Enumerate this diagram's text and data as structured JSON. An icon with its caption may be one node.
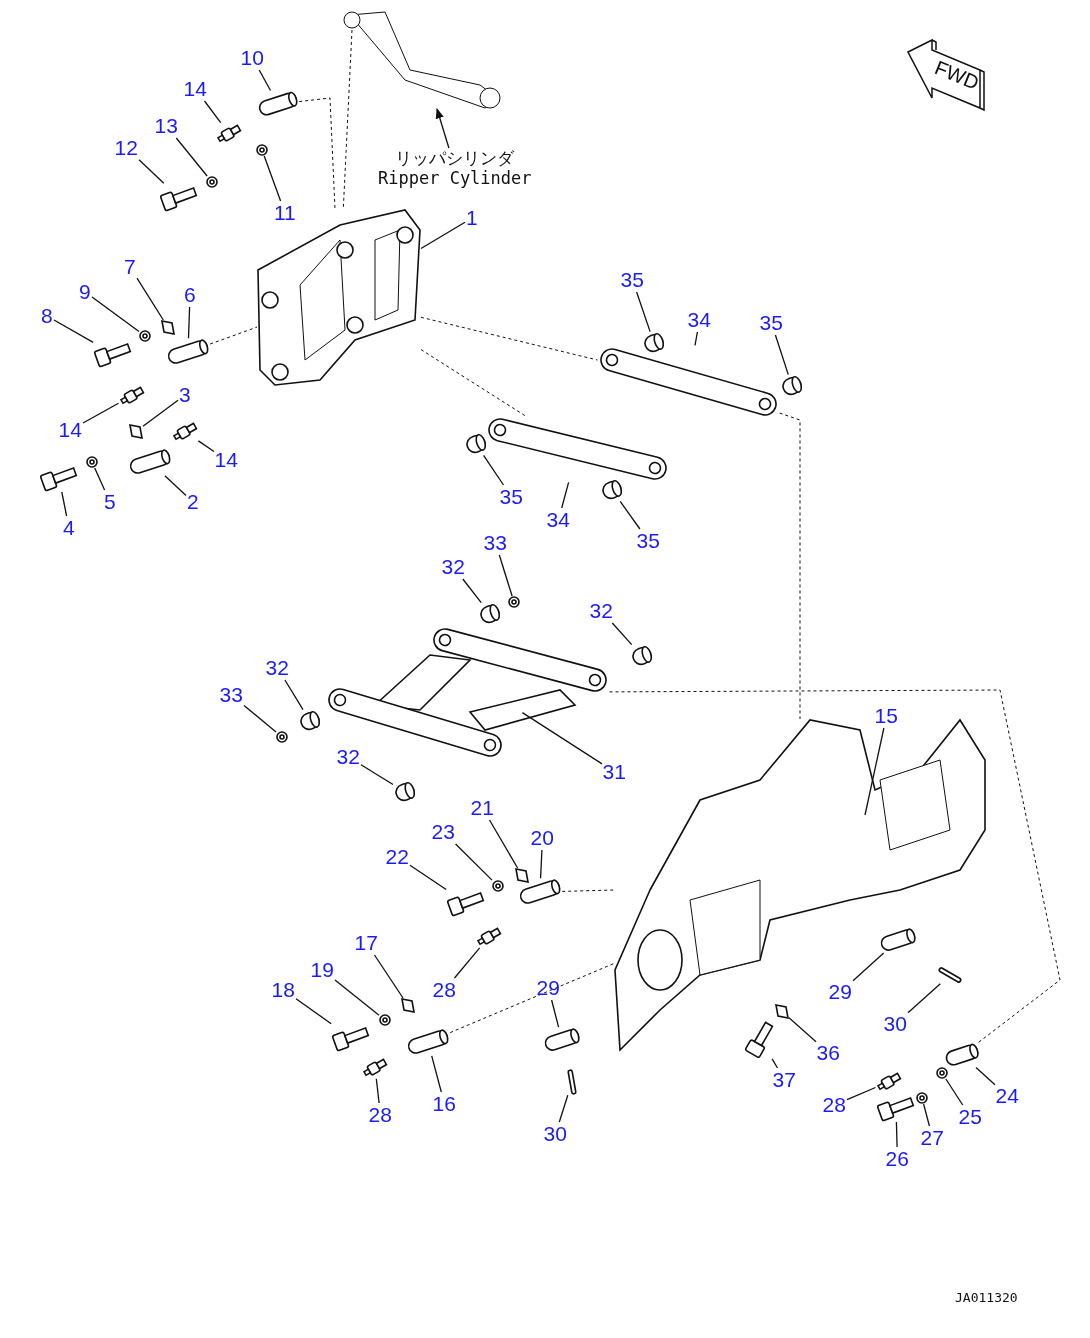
{
  "diagram": {
    "nodes": [
      {
        "text": [
          "10"
        ]
      },
      {
        "text": [
          "14"
        ]
      },
      {
        "text": [
          "13"
        ]
      },
      {
        "text": [
          "12"
        ]
      },
      {
        "text": [
          "リッパシリンダ",
          "Ripper Cylinder"
        ]
      },
      {
        "text": [
          "11"
        ]
      },
      {
        "text": [
          "1"
        ]
      },
      {
        "text": [
          "7"
        ]
      },
      {
        "text": [
          "9"
        ]
      },
      {
        "text": [
          "6"
        ]
      },
      {
        "text": [
          "8"
        ]
      },
      {
        "text": [
          "3"
        ]
      },
      {
        "text": [
          "14"
        ]
      },
      {
        "text": [
          "14"
        ]
      },
      {
        "text": [
          "5"
        ]
      },
      {
        "text": [
          "2"
        ]
      },
      {
        "text": [
          "4"
        ]
      },
      {
        "text": [
          "35"
        ]
      },
      {
        "text": [
          "34"
        ]
      },
      {
        "text": [
          "35"
        ]
      },
      {
        "text": [
          "35"
        ]
      },
      {
        "text": [
          "34"
        ]
      },
      {
        "text": [
          "35"
        ]
      },
      {
        "text": [
          "33"
        ]
      },
      {
        "text": [
          "32"
        ]
      },
      {
        "text": [
          "32"
        ]
      },
      {
        "text": [
          "32"
        ]
      },
      {
        "text": [
          "33"
        ]
      },
      {
        "text": [
          "31"
        ]
      },
      {
        "text": [
          "32"
        ]
      },
      {
        "text": [
          "15"
        ]
      },
      {
        "text": [
          "21"
        ]
      },
      {
        "text": [
          "23"
        ]
      },
      {
        "text": [
          "20"
        ]
      },
      {
        "text": [
          "22"
        ]
      },
      {
        "text": [
          "17"
        ]
      },
      {
        "text": [
          "19"
        ]
      },
      {
        "text": [
          "18"
        ]
      },
      {
        "text": [
          "28"
        ]
      },
      {
        "text": [
          "29"
        ]
      },
      {
        "text": [
          "29"
        ]
      },
      {
        "text": [
          "30"
        ]
      },
      {
        "text": [
          "36"
        ]
      },
      {
        "text": [
          "37"
        ]
      },
      {
        "text": [
          "16"
        ]
      },
      {
        "text": [
          "28"
        ]
      },
      {
        "text": [
          "30"
        ]
      },
      {
        "text": [
          "24"
        ]
      },
      {
        "text": [
          "28"
        ]
      },
      {
        "text": [
          "25"
        ]
      },
      {
        "text": [
          "27"
        ]
      },
      {
        "text": [
          "26"
        ]
      },
      {
        "text": [],
        "shape": "cylinder"
      },
      {
        "text": [],
        "shape": "box"
      },
      {
        "text": [],
        "shape": "circle"
      },
      {
        "text": [],
        "shape": "picture"
      },
      {
        "text": [],
        "shape": "picture"
      },
      {
        "text": [],
        "shape": "circle"
      },
      {
        "text": [],
        "shape": "picture"
      },
      {
        "text": [],
        "shape": "box"
      },
      {
        "text": [],
        "shape": "circle"
      },
      {
        "text": [],
        "shape": "cylinder"
      },
      {
        "text": [],
        "shape": "picture"
      },
      {
        "text": [],
        "shape": "box"
      },
      {
        "text": [],
        "shape": "box"
      },
      {
        "text": [],
        "shape": "box"
      },
      {
        "text": [],
        "shape": "circle"
      },
      {
        "text": [],
        "shape": "cylinder"
      },
      {
        "text": [],
        "shape": "picture"
      },
      {
        "text": [],
        "shape": "cylinder"
      },
      {
        "text": [],
        "shape": "picture"
      },
      {
        "text": [],
        "shape": "cylinder"
      },
      {
        "text": [],
        "shape": "cylinder"
      },
      {
        "text": [],
        "shape": "picture"
      },
      {
        "text": [],
        "shape": "cylinder"
      },
      {
        "text": [],
        "shape": "circle"
      },
      {
        "text": [],
        "shape": "cylinder"
      },
      {
        "text": [],
        "shape": "cylinder"
      },
      {
        "text": [],
        "shape": "cylinder"
      },
      {
        "text": [],
        "shape": "circle"
      },
      {
        "text": [],
        "shape": "picture"
      },
      {
        "text": [],
        "shape": "cylinder"
      },
      {
        "text": [],
        "shape": "picture"
      },
      {
        "text": [],
        "shape": "box"
      },
      {
        "text": [],
        "shape": "circle"
      },
      {
        "text": [],
        "shape": "cylinder"
      },
      {
        "text": [],
        "shape": "picture"
      },
      {
        "text": [],
        "shape": "box"
      },
      {
        "text": [],
        "shape": "circle"
      },
      {
        "text": [],
        "shape": "picture"
      },
      {
        "text": [],
        "shape": "box"
      },
      {
        "text": [],
        "shape": "cylinder"
      },
      {
        "text": [],
        "shape": "cylinder"
      },
      {
        "text": [],
        "shape": "bar"
      },
      {
        "text": [],
        "shape": "box"
      },
      {
        "text": [],
        "shape": "picture"
      },
      {
        "text": [],
        "shape": "cylinder"
      },
      {
        "text": [],
        "shape": "box"
      },
      {
        "text": [],
        "shape": "bar"
      },
      {
        "text": [],
        "shape": "cylinder"
      },
      {
        "text": [],
        "shape": "box"
      },
      {
        "text": [],
        "shape": "circle"
      },
      {
        "text": [],
        "shape": "circle"
      },
      {
        "text": [],
        "shape": "picture"
      }
    ],
    "edges": [
      {
        "from": 0,
        "to": 52,
        "arrow": "none"
      },
      {
        "from": 1,
        "to": 53,
        "arrow": "none"
      },
      {
        "from": 2,
        "to": 54,
        "arrow": "none"
      },
      {
        "from": 3,
        "to": 55,
        "arrow": "none"
      },
      {
        "from": 4,
        "to": 56,
        "arrow": "to"
      },
      {
        "from": 5,
        "to": 57,
        "arrow": "none"
      },
      {
        "from": 6,
        "to": 58,
        "arrow": "none"
      },
      {
        "from": 7,
        "to": 59,
        "arrow": "none"
      },
      {
        "from": 8,
        "to": 60,
        "arrow": "none"
      },
      {
        "from": 9,
        "to": 61,
        "arrow": "none"
      },
      {
        "from": 10,
        "to": 62,
        "arrow": "none"
      },
      {
        "from": 11,
        "to": 63,
        "arrow": "none"
      },
      {
        "from": 12,
        "to": 64,
        "arrow": "none"
      },
      {
        "from": 13,
        "to": 65,
        "arrow": "none"
      },
      {
        "from": 14,
        "to": 66,
        "arrow": "none"
      },
      {
        "from": 15,
        "to": 67,
        "arrow": "none"
      },
      {
        "from": 16,
        "to": 68,
        "arrow": "none"
      },
      {
        "from": 17,
        "to": 69,
        "arrow": "none"
      },
      {
        "from": 18,
        "to": 70,
        "arrow": "none"
      },
      {
        "from": 19,
        "to": 71,
        "arrow": "none"
      },
      {
        "from": 20,
        "to": 72,
        "arrow": "none"
      },
      {
        "from": 21,
        "to": 73,
        "arrow": "none"
      },
      {
        "from": 22,
        "to": 74,
        "arrow": "none"
      },
      {
        "from": 23,
        "to": 75,
        "arrow": "none"
      },
      {
        "from": 24,
        "to": 76,
        "arrow": "none"
      },
      {
        "from": 25,
        "to": 77,
        "arrow": "none"
      },
      {
        "from": 26,
        "to": 78,
        "arrow": "none"
      },
      {
        "from": 27,
        "to": 79,
        "arrow": "none"
      },
      {
        "from": 28,
        "to": 80,
        "arrow": "none"
      },
      {
        "from": 29,
        "to": 81,
        "arrow": "none"
      },
      {
        "from": 30,
        "to": 82,
        "arrow": "none"
      },
      {
        "from": 31,
        "to": 83,
        "arrow": "none"
      },
      {
        "from": 32,
        "to": 84,
        "arrow": "none"
      },
      {
        "from": 33,
        "to": 85,
        "arrow": "none"
      },
      {
        "from": 34,
        "to": 86,
        "arrow": "none"
      },
      {
        "from": 35,
        "to": 87,
        "arrow": "none"
      },
      {
        "from": 36,
        "to": 88,
        "arrow": "none"
      },
      {
        "from": 37,
        "to": 89,
        "arrow": "none"
      },
      {
        "from": 38,
        "to": 90,
        "arrow": "none"
      },
      {
        "from": 39,
        "to": 91,
        "arrow": "none"
      },
      {
        "from": 40,
        "to": 92,
        "arrow": "none"
      },
      {
        "from": 41,
        "to": 93,
        "arrow": "none"
      },
      {
        "from": 42,
        "to": 94,
        "arrow": "none"
      },
      {
        "from": 43,
        "to": 95,
        "arrow": "none"
      },
      {
        "from": 44,
        "to": 96,
        "arrow": "none"
      },
      {
        "from": 45,
        "to": 97,
        "arrow": "none"
      },
      {
        "from": 46,
        "to": 98,
        "arrow": "none"
      },
      {
        "from": 47,
        "to": 99,
        "arrow": "none"
      },
      {
        "from": 48,
        "to": 100,
        "arrow": "none"
      },
      {
        "from": 49,
        "to": 101,
        "arrow": "none"
      },
      {
        "from": 50,
        "to": 102,
        "arrow": "none"
      },
      {
        "from": 51,
        "to": 103,
        "arrow": "none"
      },
      {
        "from": 52,
        "to": 58,
        "arrow": "none",
        "style": "dashed"
      },
      {
        "from": 56,
        "to": 58,
        "arrow": "none",
        "style": "dashed"
      },
      {
        "from": 58,
        "to": 70,
        "arrow": "none",
        "style": "dashed"
      },
      {
        "from": 58,
        "to": 73,
        "arrow": "none",
        "style": "dashed"
      },
      {
        "from": 61,
        "to": 58,
        "arrow": "none",
        "style": "dashed"
      },
      {
        "from": 70,
        "to": 82,
        "arrow": "none",
        "style": "dashed"
      },
      {
        "from": 80,
        "to": 99,
        "arrow": "none",
        "style": "dashed"
      },
      {
        "from": 96,
        "to": 82,
        "arrow": "none",
        "style": "dashed"
      },
      {
        "from": 85,
        "to": 82,
        "arrow": "none",
        "style": "dashed"
      }
    ],
    "labels": [
      "FWD",
      "JA011320"
    ]
  }
}
